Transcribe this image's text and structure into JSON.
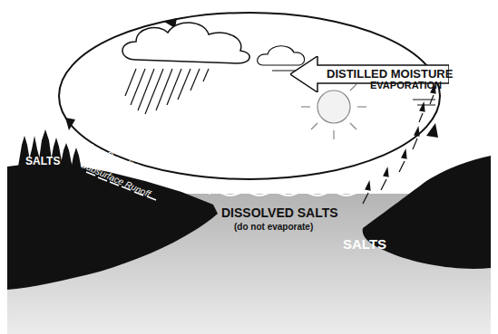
{
  "diagram": {
    "nodes": [
      {
        "text": [
          "DISTILLED MOISTURE"
        ]
      }
    ],
    "labels": [
      "EVAPORATION",
      "SALTS",
      "Surface Runoff (Erosion)",
      "Subsurface Runoff",
      "DISSOLVED SALTS",
      "(do not evaporate)",
      "SALTS"
    ]
  }
}
